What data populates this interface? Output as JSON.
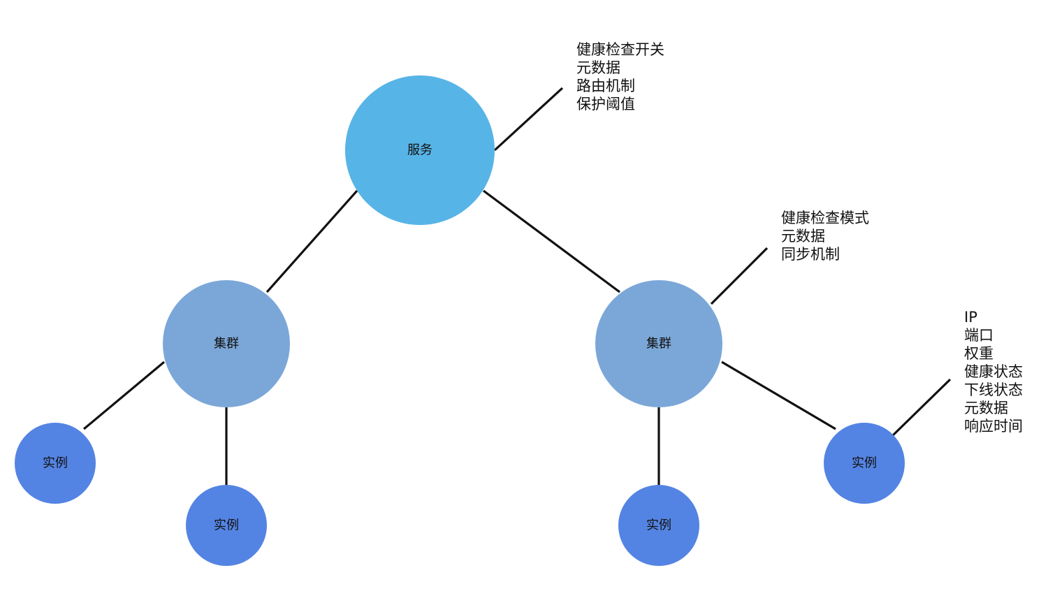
{
  "colors": {
    "service": "#57b4e6",
    "cluster": "#7ba7d8",
    "instance": "#5484e3",
    "line": "#111111",
    "text": "#111111"
  },
  "service": {
    "label": "服务",
    "notes": [
      "健康检查开关",
      "元数据",
      "路由机制",
      "保护阈值"
    ]
  },
  "clusters": [
    {
      "label": "集群",
      "instances": [
        {
          "label": "实例"
        },
        {
          "label": "实例"
        }
      ]
    },
    {
      "label": "集群",
      "notes": [
        "健康检查模式",
        "元数据",
        "同步机制"
      ],
      "instances": [
        {
          "label": "实例"
        },
        {
          "label": "实例",
          "notes": [
            "IP",
            "端口",
            "权重",
            "健康状态",
            "下线状态",
            "元数据",
            "响应时间"
          ]
        }
      ]
    }
  ]
}
